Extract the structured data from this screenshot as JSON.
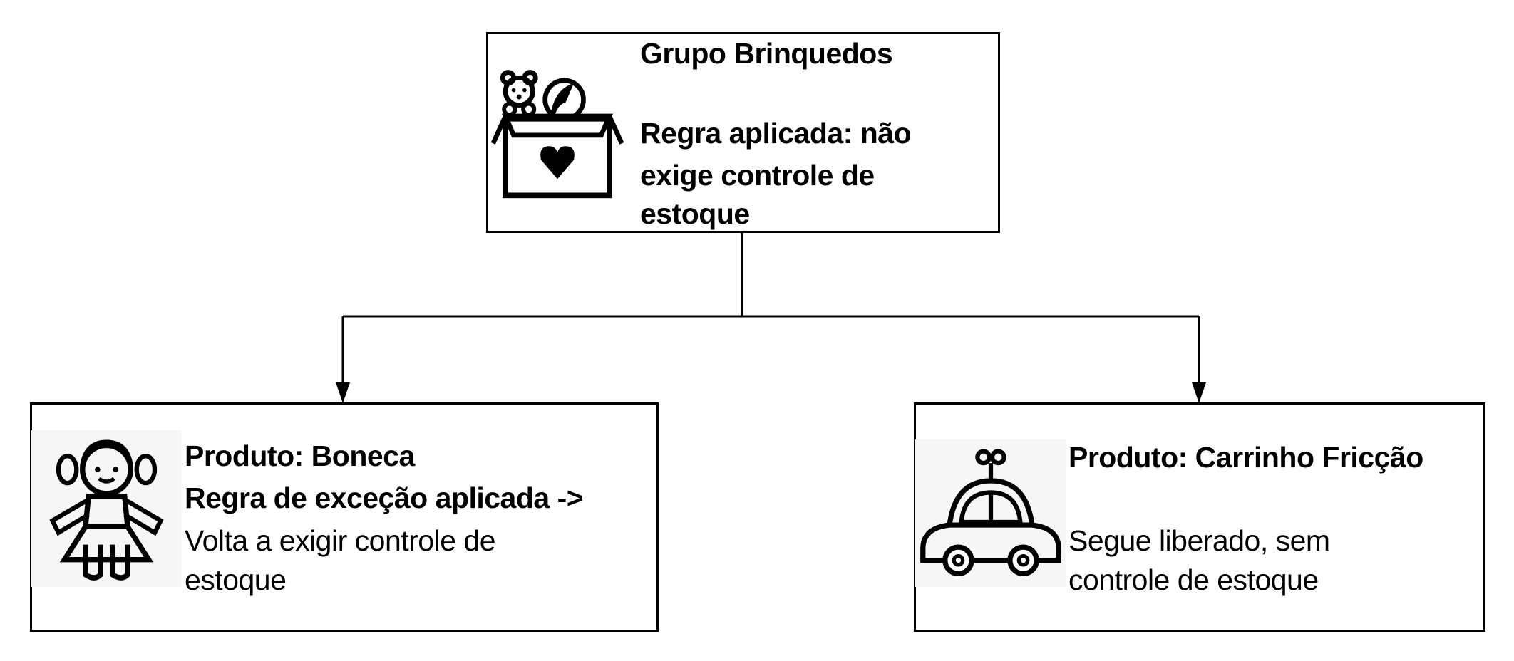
{
  "group": {
    "title": "Grupo Brinquedos",
    "rule_lines": [
      "Regra aplicada: não",
      "exige controle de",
      "estoque"
    ],
    "icon": "toy-box-icon"
  },
  "products": [
    {
      "title": "Produto: Boneca",
      "exception_line": "Regra de exceção aplicada ->",
      "desc_lines": [
        "Volta a exigir controle de",
        "estoque"
      ],
      "icon": "doll-icon"
    },
    {
      "title": "Produto: Carrinho Fricção",
      "desc_lines": [
        "Segue liberado, sem",
        "controle de estoque"
      ],
      "icon": "toy-car-icon"
    }
  ]
}
